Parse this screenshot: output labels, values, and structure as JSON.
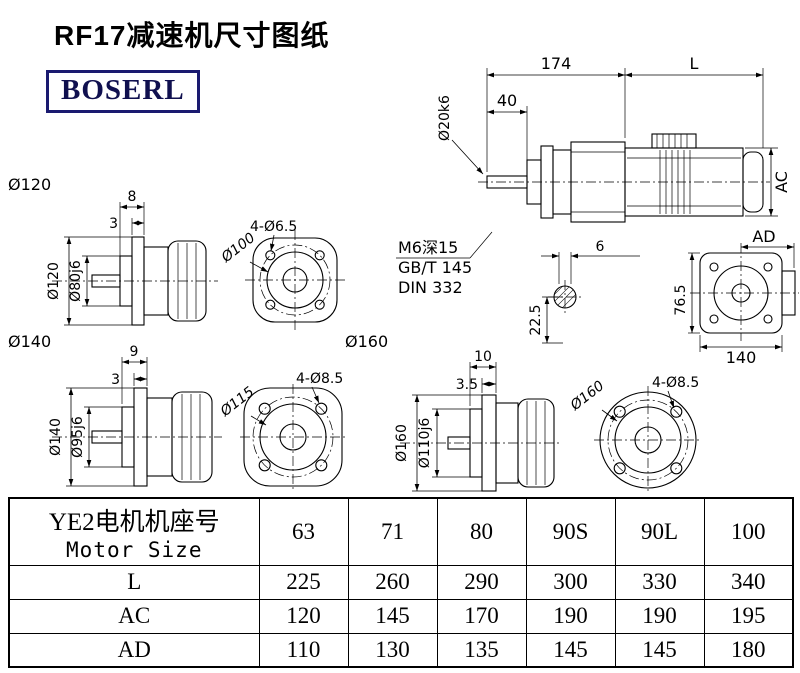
{
  "title": "RF17减速机尺寸图纸",
  "logo": "BOSERL",
  "main": {
    "dim174": "174",
    "dimL": "L",
    "dim40": "40",
    "shaft": "Ø20k6",
    "ac": "AC",
    "ad": "AD",
    "note1": "M6深15",
    "note2": "GB/T 145",
    "note3": "DIN 332",
    "key6": "6",
    "dim225": "22.5",
    "dim765": "76.5",
    "dim140": "140"
  },
  "v120": {
    "label": "Ø120",
    "d8": "8",
    "d3": "3",
    "flange": "Ø120",
    "pilot": "Ø80j6",
    "bc": "Ø100",
    "holes": "4-Ø6.5"
  },
  "v140": {
    "label": "Ø140",
    "d9": "9",
    "d3": "3",
    "flange": "Ø140",
    "pilot": "Ø95j6",
    "bc": "Ø115",
    "holes": "4-Ø8.5"
  },
  "v160": {
    "label": "Ø160",
    "d10": "10",
    "d35": "3.5",
    "flange": "Ø160",
    "pilot": "Ø110j6",
    "bc": "Ø160",
    "holes": "4-Ø8.5"
  },
  "table": {
    "header_cn": "YE2电机机座号",
    "header_en": "Motor Size",
    "sizes": [
      "63",
      "71",
      "80",
      "90S",
      "90L",
      "100"
    ],
    "rows": [
      {
        "label": "L",
        "values": [
          "225",
          "260",
          "290",
          "300",
          "330",
          "340"
        ]
      },
      {
        "label": "AC",
        "values": [
          "120",
          "145",
          "170",
          "190",
          "190",
          "195"
        ]
      },
      {
        "label": "AD",
        "values": [
          "110",
          "130",
          "135",
          "145",
          "145",
          "180"
        ]
      }
    ]
  }
}
